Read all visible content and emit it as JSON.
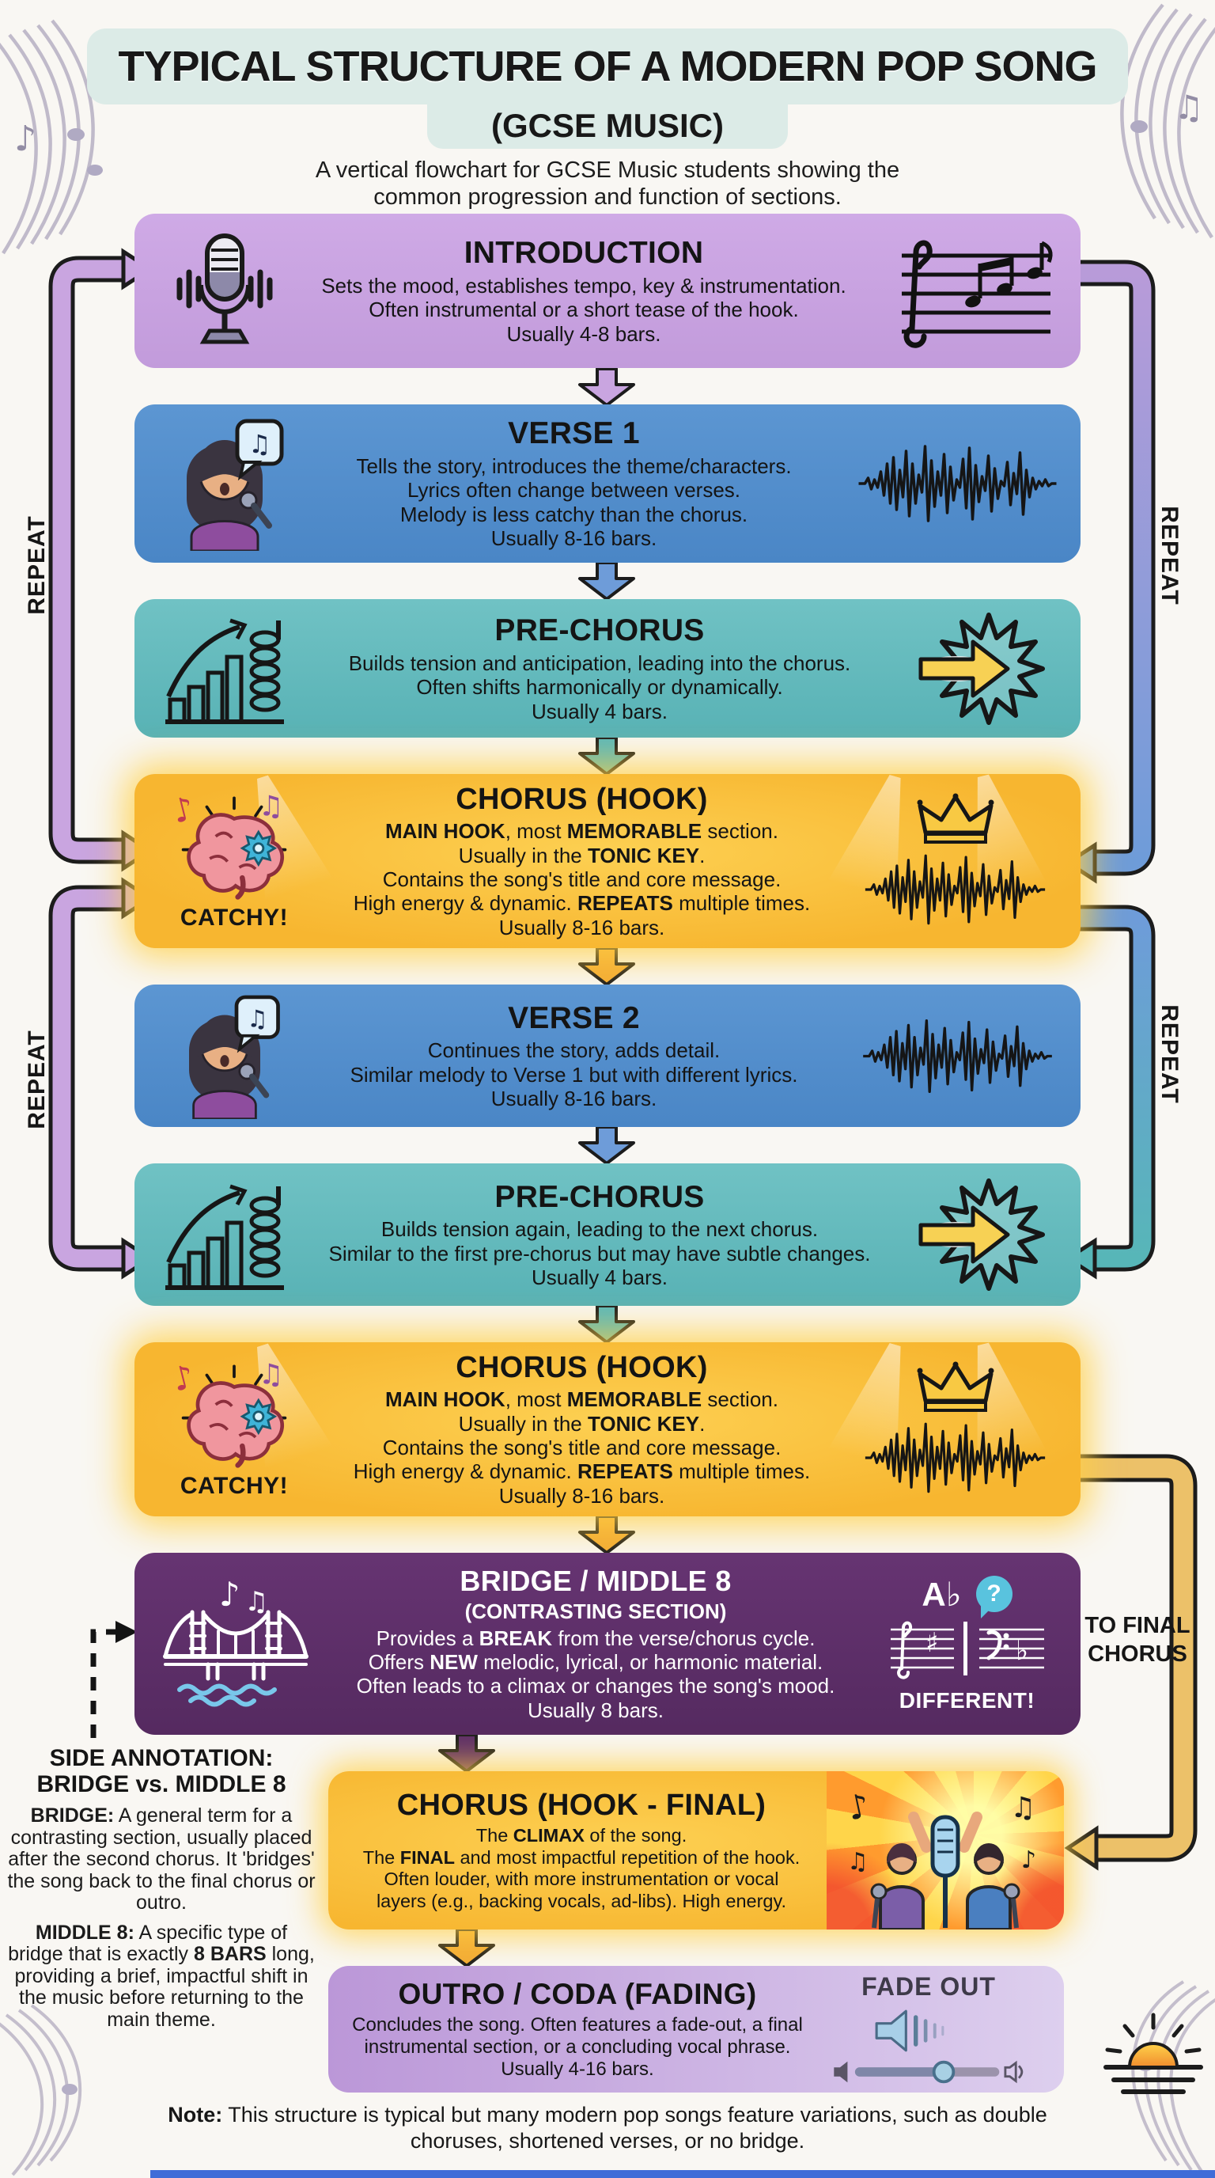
{
  "header": {
    "title": "TYPICAL STRUCTURE OF A MODERN POP SONG",
    "subtitle": "(GCSE MUSIC)",
    "description": [
      "A vertical flowchart for GCSE Music students showing the",
      "common progression and function of sections."
    ]
  },
  "colors": {
    "intro": "#c9a5e0",
    "verse": "#5590cf",
    "prechorus": "#63bcbf",
    "chorus": "#f8bd3a",
    "bridge": "#5d2e68",
    "outro": "#c9ade4",
    "banner": "#dcebe7",
    "arrow_gold": "#ecc169",
    "glow": "#ffd84d"
  },
  "sections": [
    {
      "id": "introduction",
      "title": "INTRODUCTION",
      "lines": [
        "Sets the mood, establishes tempo, key & instrumentation.",
        "Often instrumental or a short tease of the hook.",
        "Usually 4-8 bars."
      ]
    },
    {
      "id": "verse1",
      "title": "VERSE 1",
      "lines": [
        "Tells the story, introduces the theme/characters.",
        "Lyrics often change between verses.",
        "Melody is less catchy than the chorus.",
        "Usually 8-16 bars."
      ]
    },
    {
      "id": "prechorus1",
      "title": "PRE-CHORUS",
      "lines": [
        "Builds tension and anticipation, leading into the chorus.",
        "Often shifts harmonically or dynamically.",
        "Usually 4 bars."
      ]
    },
    {
      "id": "chorus1",
      "title": "CHORUS (HOOK)",
      "badge": "CATCHY!",
      "lines": [
        "**MAIN HOOK**, most **MEMORABLE** section.",
        "Usually in the **TONIC KEY**.",
        "Contains the song's title and core message.",
        "High energy & dynamic. **REPEATS** multiple times.",
        "Usually 8-16 bars."
      ]
    },
    {
      "id": "verse2",
      "title": "VERSE 2",
      "lines": [
        "Continues the story, adds detail.",
        "Similar melody to Verse 1 but with different lyrics.",
        "Usually 8-16 bars."
      ]
    },
    {
      "id": "prechorus2",
      "title": "PRE-CHORUS",
      "lines": [
        "Builds tension again, leading to the next chorus.",
        "Similar to the first pre-chorus but may have subtle changes.",
        "Usually 4 bars."
      ]
    },
    {
      "id": "chorus2",
      "title": "CHORUS (HOOK)",
      "badge": "CATCHY!",
      "lines": [
        "**MAIN HOOK**, most **MEMORABLE** section.",
        "Usually in the **TONIC KEY**.",
        "Contains the song's title and core message.",
        "High energy & dynamic. **REPEATS** multiple times.",
        "Usually 8-16 bars."
      ]
    },
    {
      "id": "bridge",
      "title": "BRIDGE / MIDDLE 8",
      "subtitle": "(CONTRASTING SECTION)",
      "badge_left": "A♭",
      "badge_right": "DIFFERENT!",
      "lines": [
        "Provides a **BREAK** from the verse/chorus cycle.",
        "Offers **NEW** melodic, lyrical, or harmonic material.",
        "Often leads to a climax or changes the song's mood.",
        "Usually 8 bars."
      ]
    },
    {
      "id": "final_chorus",
      "title": "CHORUS (HOOK - FINAL)",
      "lines": [
        "The **CLIMAX** of the song.",
        "The **FINAL** and most impactful repetition of the hook.",
        "Often louder, with more instrumentation or vocal",
        "layers (e.g., backing vocals, ad-libs). High energy."
      ]
    },
    {
      "id": "outro",
      "title": "OUTRO / CODA (FADING)",
      "badge": "FADE OUT",
      "lines": [
        "Concludes the song. Often features a fade-out, a final",
        "instrumental section, or a concluding vocal phrase.",
        "Usually 4-16 bars."
      ]
    }
  ],
  "side_annotation": {
    "heading": [
      "SIDE ANNOTATION:",
      "BRIDGE vs. MIDDLE 8"
    ],
    "bridge_def": "**BRIDGE:** A general term for a contrasting section, usually placed after the second chorus. It 'bridges' the song back to the final chorus or outro.",
    "middle8_def": "**MIDDLE 8:** A specific type of bridge that is exactly **8 BARS** long, providing a brief, impactful shift in the music before returning to the main theme."
  },
  "labels": {
    "repeat_left_1": "REPEAT",
    "repeat_left_2": "REPEAT",
    "repeat_right_1": "REPEAT",
    "repeat_right_2": "REPEAT",
    "to_final_chorus": [
      "TO FINAL",
      "CHORUS"
    ]
  },
  "icons": {
    "note_single": "♪",
    "note_beamed": "♫",
    "question_mark": "?",
    "sharp_sign": "♯",
    "flat_sign": "♭"
  },
  "footer": {
    "note": "**Note:** This structure is typical but many modern pop songs feature variations, such as double choruses, shortened verses, or no bridge."
  }
}
